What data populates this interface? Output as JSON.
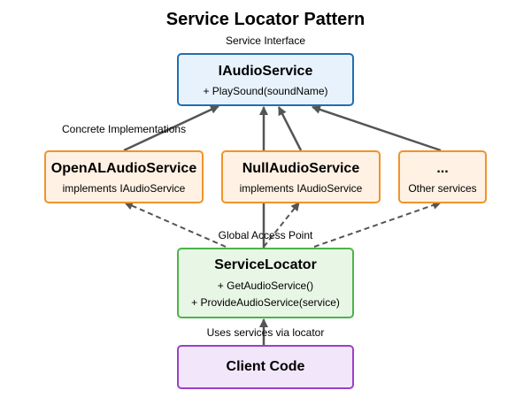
{
  "title": "Service Locator Pattern",
  "captions": {
    "service_interface": "Service Interface",
    "concrete_implementations": "Concrete Implementations",
    "global_access_point": "Global Access Point",
    "uses_services": "Uses services via locator"
  },
  "nodes": {
    "interface": {
      "name": "IAudioService",
      "members": [
        "+ PlaySound(soundName)"
      ]
    },
    "openal": {
      "name": "OpenALAudioService",
      "members": [
        "implements IAudioService"
      ]
    },
    "null": {
      "name": "NullAudioService",
      "members": [
        "implements IAudioService"
      ]
    },
    "other": {
      "name": "...",
      "members": [
        "Other services"
      ]
    },
    "locator": {
      "name": "ServiceLocator",
      "members": [
        "+ GetAudioService()",
        "+ ProvideAudioService(service)"
      ]
    },
    "client": {
      "name": "Client Code",
      "members": []
    }
  },
  "edges": [
    {
      "from": "openal",
      "to": "interface",
      "style": "solid"
    },
    {
      "from": "null",
      "to": "interface",
      "style": "solid"
    },
    {
      "from": "other",
      "to": "interface",
      "style": "solid"
    },
    {
      "from": "locator",
      "to": "interface",
      "style": "solid"
    },
    {
      "from": "locator",
      "to": "openal",
      "style": "dashed"
    },
    {
      "from": "locator",
      "to": "null",
      "style": "dashed"
    },
    {
      "from": "locator",
      "to": "other",
      "style": "dashed"
    },
    {
      "from": "client",
      "to": "locator",
      "style": "solid"
    }
  ],
  "colors": {
    "interface": {
      "fill": "#e8f2fc",
      "stroke": "#1f6fb2"
    },
    "impl": {
      "fill": "#fff2e4",
      "stroke": "#f0932b"
    },
    "locator": {
      "fill": "#e8f6e6",
      "stroke": "#4cb44a"
    },
    "client": {
      "fill": "#f2e6fa",
      "stroke": "#9b40c8"
    },
    "arrow": "#555555"
  }
}
